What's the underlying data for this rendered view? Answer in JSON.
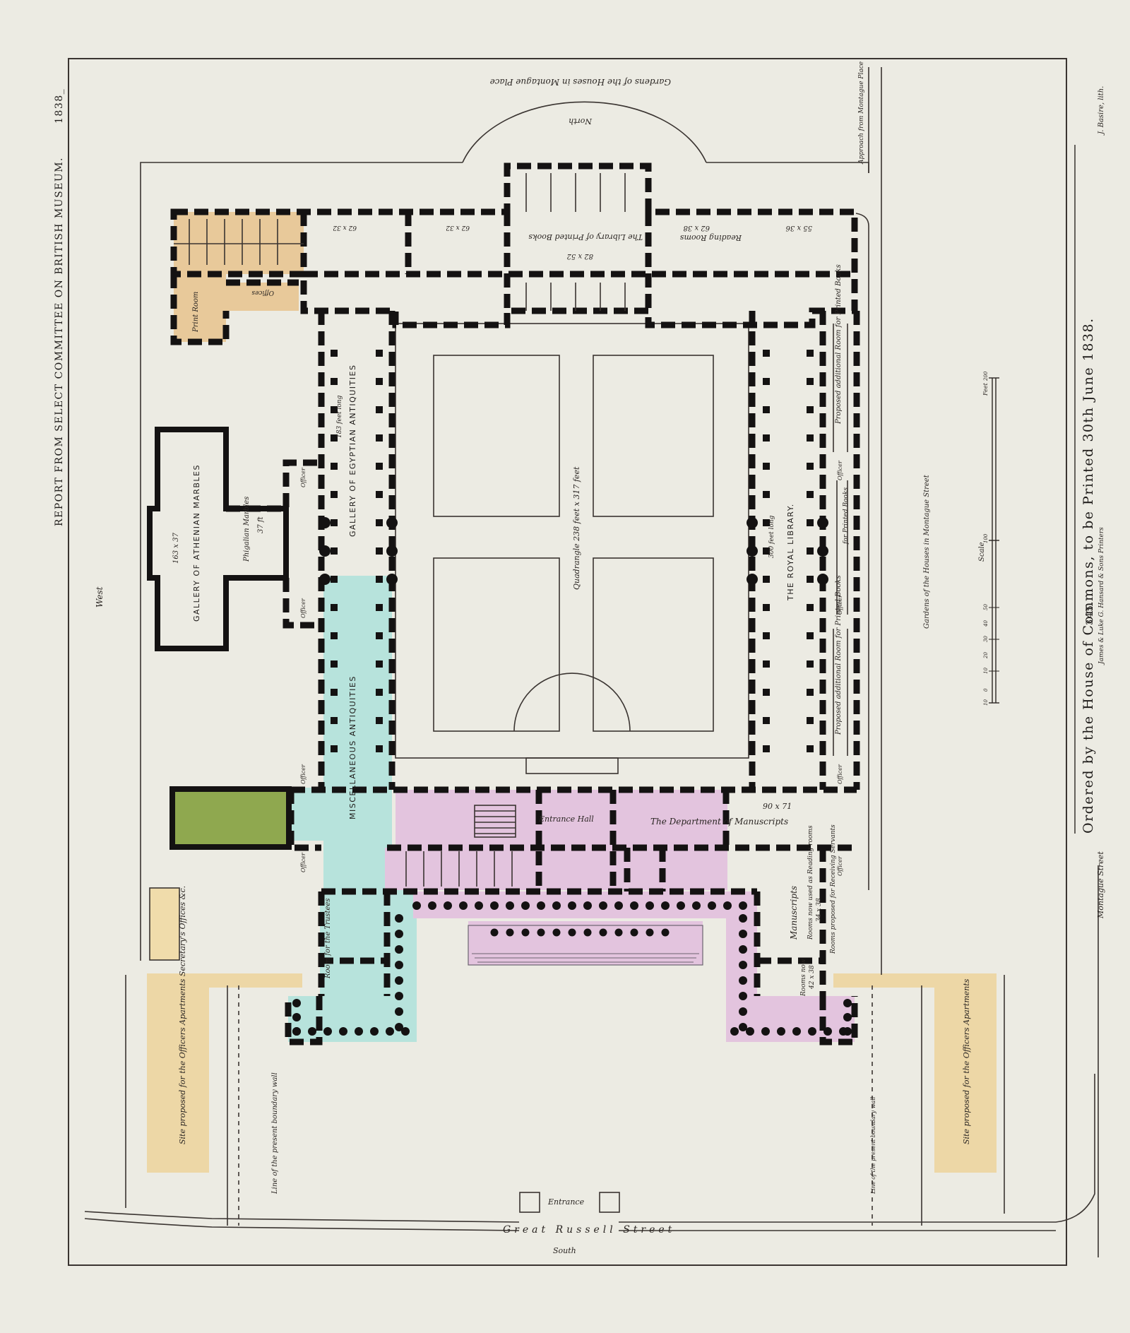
{
  "header": {
    "report_title": "REPORT FROM SELECT COMMITTEE ON BRITISH MUSEUM.",
    "year": "1838_",
    "ordered": "Ordered by the House of Commons, to be Printed 30th June 1838.",
    "printers": "James & Luke G. Hansard & Sons Printers",
    "lithographer": "J. Basire, lith.",
    "sheet_number": "345."
  },
  "compass": {
    "north": "North",
    "south": "South",
    "west": "West"
  },
  "streets": {
    "north_gardens": "Gardens of the Houses in Montague Place",
    "approach": "Approach from Montague Place",
    "east_gardens": "Gardens of the Houses in Montague Street",
    "montague_street": "Montague Street",
    "great_russell": "Great Russell Street",
    "entrance_gate": "Entrance",
    "boundary_wall_west": "Line of the present boundary wall",
    "boundary_wall_east": "Line of the present boundary wall"
  },
  "rooms": {
    "athenian": "GALLERY OF ATHENIAN MARBLES",
    "athenian_size": "163 x 37",
    "phigalian": "Phigalian Marbles",
    "phigalian_size": "37 ft",
    "egyptian": "GALLERY OF EGYPTIAN ANTIQUITIES",
    "egyptian_length": "183 feet long",
    "misc": "MISCELLANEOUS ANTIQUITIES",
    "quadrangle": "Quadrangle 238 feet x 317 feet",
    "royal_library": "THE ROYAL LIBRARY.",
    "royal_length": "300 feet long",
    "printed_books_library": "The Library of Printed Books",
    "printed_books_size": "82 x 52",
    "reading_rooms": "Reading Rooms",
    "reading_size_a": "62 x 38",
    "reading_size_b": "55 x 36",
    "upper_size_a": "62 x 32",
    "upper_size_b": "62 x 32",
    "print_room": "Print Room",
    "print_offices": "Offices",
    "entrance_hall": "Entrance Hall",
    "manuscripts": "The Department of Manuscripts",
    "manuscripts_size": "90 x 71",
    "trustees": "Room for the Trustees",
    "additional_top": "Proposed additional Room for Printed Books",
    "additional_bottom": "Proposed additional Room for Printed Books",
    "printed_books_small": "for Printed Books",
    "officer": "Officer",
    "manuscripts_side": "Manuscripts",
    "reading_now": "Rooms now used as Reading rooms",
    "reading_now_size": "34 x 38",
    "receiving": "Rooms proposed for Receiving Servants",
    "rooms_now": "Rooms now",
    "rooms_now_size": "42 x 38",
    "site_west": "Site proposed for the Officers Apartments Secretary's Offices &c.",
    "site_east": "Site proposed for the Officers Apartments"
  },
  "scale": {
    "title": "Scale",
    "unit": "Feet",
    "ticks": [
      "10",
      "0",
      "10",
      "20",
      "30",
      "40",
      "50",
      "100",
      "200"
    ]
  },
  "colors": {
    "paper": "#ecebe3",
    "ink": "#141212",
    "orange_wash": "#e8c99a",
    "green_wash": "#8fa84f",
    "cyan_wash": "#b7e3dc",
    "pink_wash": "#e3c4de",
    "tan_wash": "#edd7a6"
  }
}
